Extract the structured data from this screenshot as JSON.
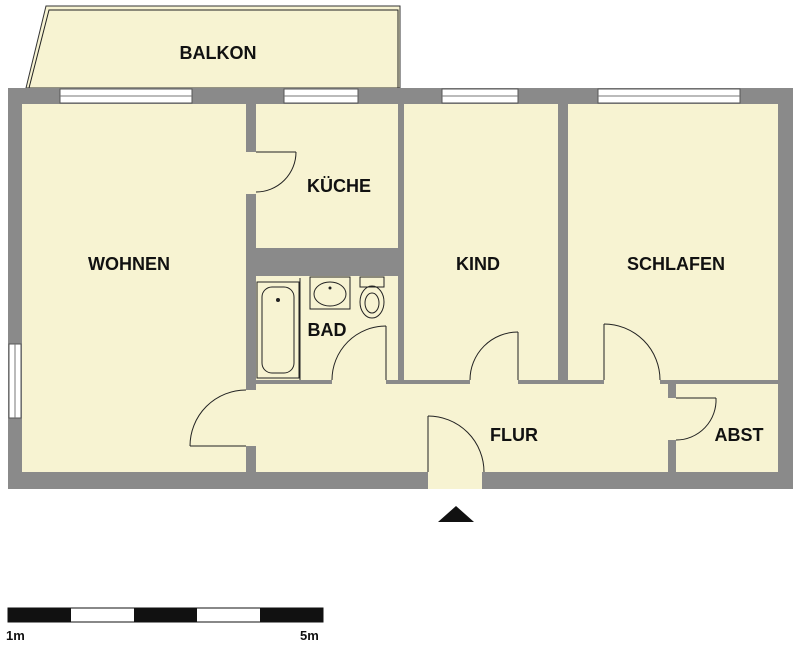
{
  "rooms": {
    "balkon": "BALKON",
    "kueche": "KÜCHE",
    "wohnen": "WOHNEN",
    "kind": "KIND",
    "schlafen": "SCHLAFEN",
    "bad": "BAD",
    "flur": "FLUR",
    "abst": "ABST"
  },
  "scale": {
    "left_label": "1m",
    "right_label": "5m"
  },
  "colors": {
    "floor": "#f7f3d2",
    "wall": "#8a8a8a",
    "entrance_arrow": "#111111"
  }
}
